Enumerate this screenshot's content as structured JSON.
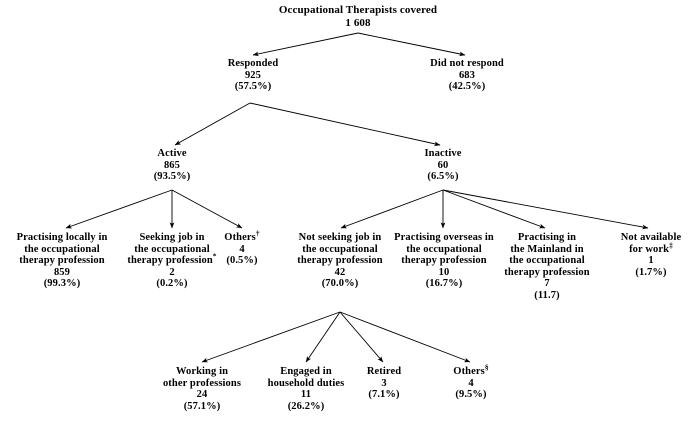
{
  "figure": {
    "type": "flow-tree",
    "background": "#ffffff",
    "text_color": "#000000"
  },
  "nodes": {
    "root": {
      "label": "Occupational Therapists covered",
      "count": "1 608",
      "percent": ""
    },
    "responded": {
      "label": "Responded",
      "count": "925",
      "percent": "(57.5%)"
    },
    "did_not_respond": {
      "label": "Did not respond",
      "count": "683",
      "percent": "(42.5%)"
    },
    "active": {
      "label": "Active",
      "count": "865",
      "percent": "(93.5%)"
    },
    "inactive": {
      "label": "Inactive",
      "count": "60",
      "percent": "(6.5%)"
    },
    "practising_locally": {
      "label_line1": "Practising locally in",
      "label_line2": "the occupational",
      "label_line3": "therapy profession",
      "count": "859",
      "percent": "(99.3%)"
    },
    "seeking_job": {
      "label_line1": "Seeking job in",
      "label_line2": "the occupational",
      "label_line3": "therapy profession",
      "marker": "*",
      "count": "2",
      "percent": "(0.2%)"
    },
    "others_active": {
      "label_line1": "Others",
      "marker": "†",
      "count": "4",
      "percent": "(0.5%)"
    },
    "not_seeking_job": {
      "label_line1": "Not seeking job in",
      "label_line2": "the occupational",
      "label_line3": "therapy profession",
      "count": "42",
      "percent": "(70.0%)"
    },
    "practising_overseas": {
      "label_line1": "Practising overseas in",
      "label_line2": "the occupational",
      "label_line3": "therapy profession",
      "count": "10",
      "percent": "(16.7%)"
    },
    "practising_mainland": {
      "label_line1": "Practising in",
      "label_line2": "the Mainland in",
      "label_line3": "the occupational",
      "label_line4": "therapy profession",
      "count": "7",
      "percent": "(11.7)"
    },
    "not_available_for_work": {
      "label_line1": "Not available",
      "label_line2": "for work",
      "marker": "‡",
      "count": "1",
      "percent": "(1.7%)"
    },
    "working_other_professions": {
      "label_line1": "Working in",
      "label_line2": "other professions",
      "count": "24",
      "percent": "(57.1%)"
    },
    "household_duties": {
      "label_line1": "Engaged in",
      "label_line2": "household duties",
      "count": "11",
      "percent": "(26.2%)"
    },
    "retired": {
      "label_line1": "Retired",
      "count": "3",
      "percent": "(7.1%)"
    },
    "others_not_seeking": {
      "label_line1": "Others",
      "marker": "§",
      "count": "4",
      "percent": "(9.5%)"
    }
  }
}
